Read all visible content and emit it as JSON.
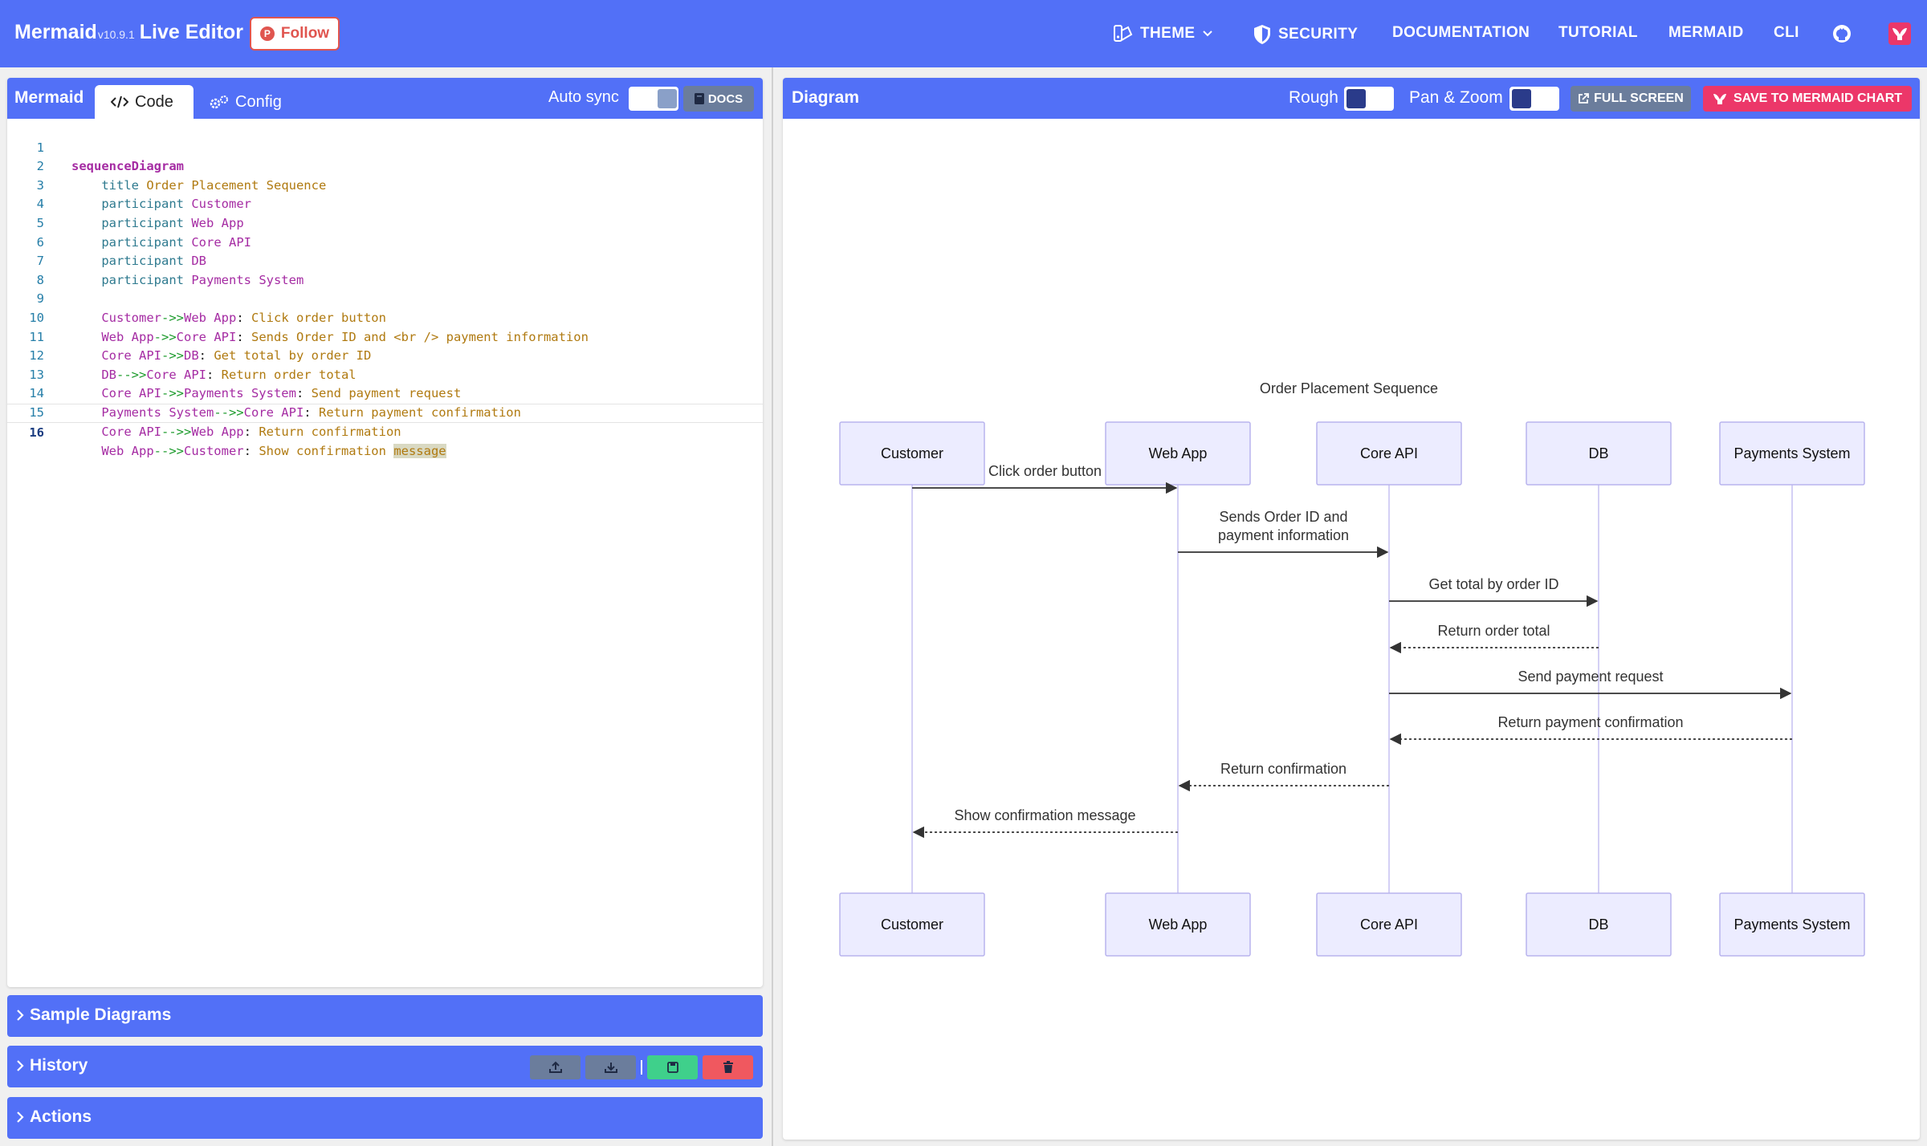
{
  "navbar": {
    "brand": "Mermaid",
    "version": "v10.9.1",
    "brand_suffix": "Live Editor",
    "follow_label": "Follow",
    "follow_icon": "P",
    "items": {
      "theme": "THEME",
      "security": "SECURITY",
      "documentation": "DOCUMENTATION",
      "tutorial": "TUTORIAL",
      "mermaid": "MERMAID",
      "cli": "CLI"
    }
  },
  "editor": {
    "title": "Mermaid",
    "tab_code": "Code",
    "tab_config": "Config",
    "autosync_label": "Auto sync",
    "docs_label": "DOCS",
    "current_line": 16,
    "lines": [
      {
        "n": "1"
      },
      {
        "n": "2"
      },
      {
        "n": "3"
      },
      {
        "n": "4"
      },
      {
        "n": "5"
      },
      {
        "n": "6"
      },
      {
        "n": "7"
      },
      {
        "n": "8"
      },
      {
        "n": "9"
      },
      {
        "n": "10"
      },
      {
        "n": "11"
      },
      {
        "n": "12"
      },
      {
        "n": "13"
      },
      {
        "n": "14"
      },
      {
        "n": "15"
      },
      {
        "n": "16"
      }
    ],
    "code": {
      "l1_kw": "sequenceDiagram",
      "l2_kw": "title",
      "l2_txt": "Order Placement Sequence",
      "participant_kw": "participant",
      "p1": "Customer",
      "p2": "Web App",
      "p3": "Core API",
      "p4": "DB",
      "p5": "Payments System",
      "solid_arrow": "->>",
      "dashed_arrow": "-->>",
      "colon": ":",
      "m1": "Click order button",
      "m2": "Sends Order ID and <br /> payment information",
      "m3": "Get total by order ID",
      "m4": "Return order total",
      "m5": "Send payment request",
      "m6": "Return payment confirmation",
      "m7": "Return confirmation",
      "m8a": "Show confirmation ",
      "m8b": "message"
    }
  },
  "accordions": {
    "samples": "Sample Diagrams",
    "history": "History",
    "actions": "Actions"
  },
  "diagram": {
    "title": "Diagram",
    "rough_label": "Rough",
    "panzoom_label": "Pan & Zoom",
    "fullscreen_label": "FULL SCREEN",
    "save_label": "SAVE TO MERMAID CHART",
    "seq_title": "Order Placement Sequence",
    "participants": [
      "Customer",
      "Web App",
      "Core API",
      "DB",
      "Payments System"
    ],
    "messages": [
      {
        "from": 0,
        "to": 1,
        "lines": [
          "Click order button"
        ],
        "dashed": false
      },
      {
        "from": 1,
        "to": 2,
        "lines": [
          "Sends Order ID and",
          "payment information"
        ],
        "dashed": false
      },
      {
        "from": 2,
        "to": 3,
        "lines": [
          "Get total by order ID"
        ],
        "dashed": false
      },
      {
        "from": 3,
        "to": 2,
        "lines": [
          "Return order total"
        ],
        "dashed": true
      },
      {
        "from": 2,
        "to": 4,
        "lines": [
          "Send payment request"
        ],
        "dashed": false
      },
      {
        "from": 4,
        "to": 2,
        "lines": [
          "Return payment confirmation"
        ],
        "dashed": true
      },
      {
        "from": 2,
        "to": 1,
        "lines": [
          "Return confirmation"
        ],
        "dashed": true
      },
      {
        "from": 1,
        "to": 0,
        "lines": [
          "Show confirmation message"
        ],
        "dashed": true
      }
    ]
  },
  "colors": {
    "primary": "#5270f7",
    "participant_fill": "#ececff",
    "participant_stroke": "#b8b3ee",
    "lifeline": "#d4d0f5",
    "save_button": "#ec3769",
    "docs_button": "#6b7d9c"
  },
  "icons": {
    "theme": "palette-icon",
    "security": "shield-icon",
    "github": "github-icon",
    "mermaid_chart": "mermaid-chart-icon",
    "code": "code-icon",
    "config": "gears-icon",
    "docs": "book-icon",
    "fullscreen": "external-link-icon",
    "upload": "upload-icon",
    "download": "download-icon",
    "save": "save-icon",
    "delete": "trash-icon",
    "chevron": "chevron-right-icon"
  }
}
